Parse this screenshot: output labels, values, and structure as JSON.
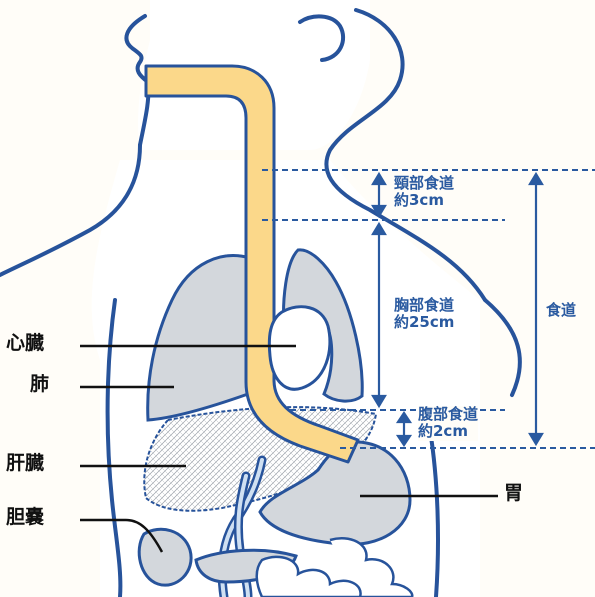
{
  "colors": {
    "outline": "#27539b",
    "organ_fill": "#d3d7dc",
    "organ_stroke": "#27539b",
    "esophagus_fill": "#fbd88a",
    "liver_fill": "#ededed",
    "dashed_line": "#2a5aa0",
    "label_text": "#111111",
    "measure_text": "#2a5aa0",
    "background": "#fffdf8"
  },
  "organ_labels": {
    "heart": "心臓",
    "lung": "肺",
    "liver": "肝臓",
    "gallbladder": "胆嚢",
    "stomach": "胃"
  },
  "segments": {
    "cervical": {
      "name": "頸部食道",
      "length": "約3cm"
    },
    "thoracic": {
      "name": "胸部食道",
      "length": "約25cm"
    },
    "abdominal": {
      "name": "腹部食道",
      "length": "約2cm"
    }
  },
  "esophagus_total_label": "食道"
}
